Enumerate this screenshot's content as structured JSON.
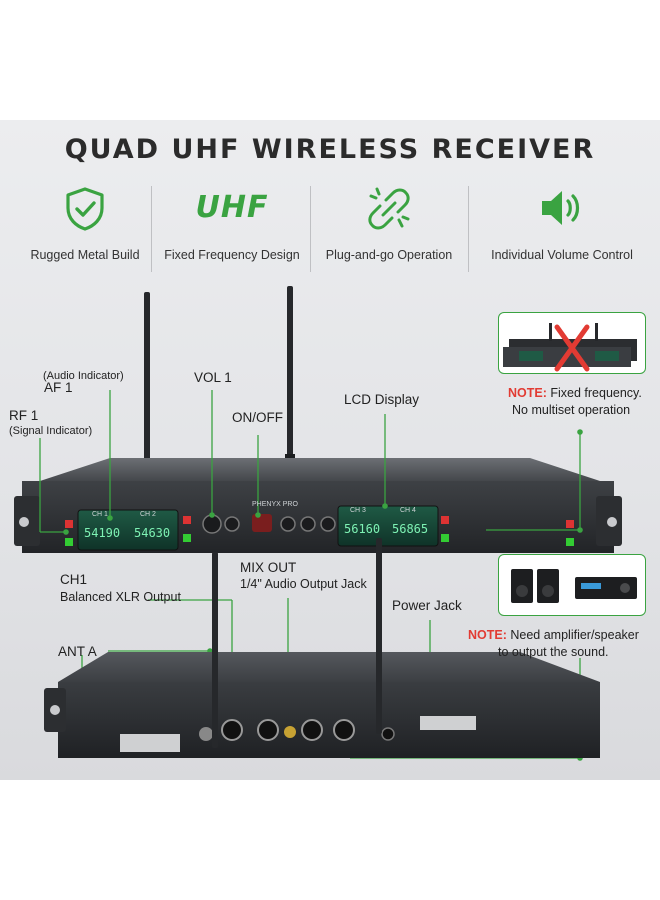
{
  "title": "QUAD UHF WIRELESS RECEIVER",
  "features": [
    {
      "icon": "shield-check-icon",
      "label": "Rugged Metal Build"
    },
    {
      "icon": "uhf-text-icon",
      "icon_text": "UHF",
      "label": "Fixed Frequency Design"
    },
    {
      "icon": "plug-link-icon",
      "label": "Plug-and-go Operation"
    },
    {
      "icon": "speaker-volume-icon",
      "label": "Individual Volume Control"
    }
  ],
  "front_labels": {
    "af1_title": "AF 1",
    "af1_sub": "(Audio Indicator)",
    "rf1_title": "RF 1",
    "rf1_sub": "(Signal Indicator)",
    "vol1": "VOL 1",
    "onoff": "ON/OFF",
    "lcd": "LCD Display"
  },
  "front_note": {
    "prefix": "NOTE:",
    "line1": " Fixed frequency.",
    "line2": "No multiset operation"
  },
  "front_panel": {
    "ch1": "CH 1",
    "ch2": "CH 2",
    "ch3": "CH 3",
    "ch4": "CH 4",
    "freq1": "54190",
    "freq2": "54630",
    "freq3": "56160",
    "freq4": "56865",
    "brand": "PHENYX PRO"
  },
  "rear_labels": {
    "ch1_title": "CH1",
    "ch1_sub": "Balanced XLR Output",
    "mix_title": "MIX OUT",
    "mix_sub": "1/4\" Audio Output Jack",
    "power": "Power Jack",
    "ant": "ANT A"
  },
  "rear_note": {
    "prefix": "NOTE:",
    "line1": " Need amplifier/speaker",
    "line2": "to output the sound."
  },
  "colors": {
    "accent_green": "#3aa341",
    "note_red": "#e23b33",
    "lcd_green": "#7ef2b4"
  }
}
